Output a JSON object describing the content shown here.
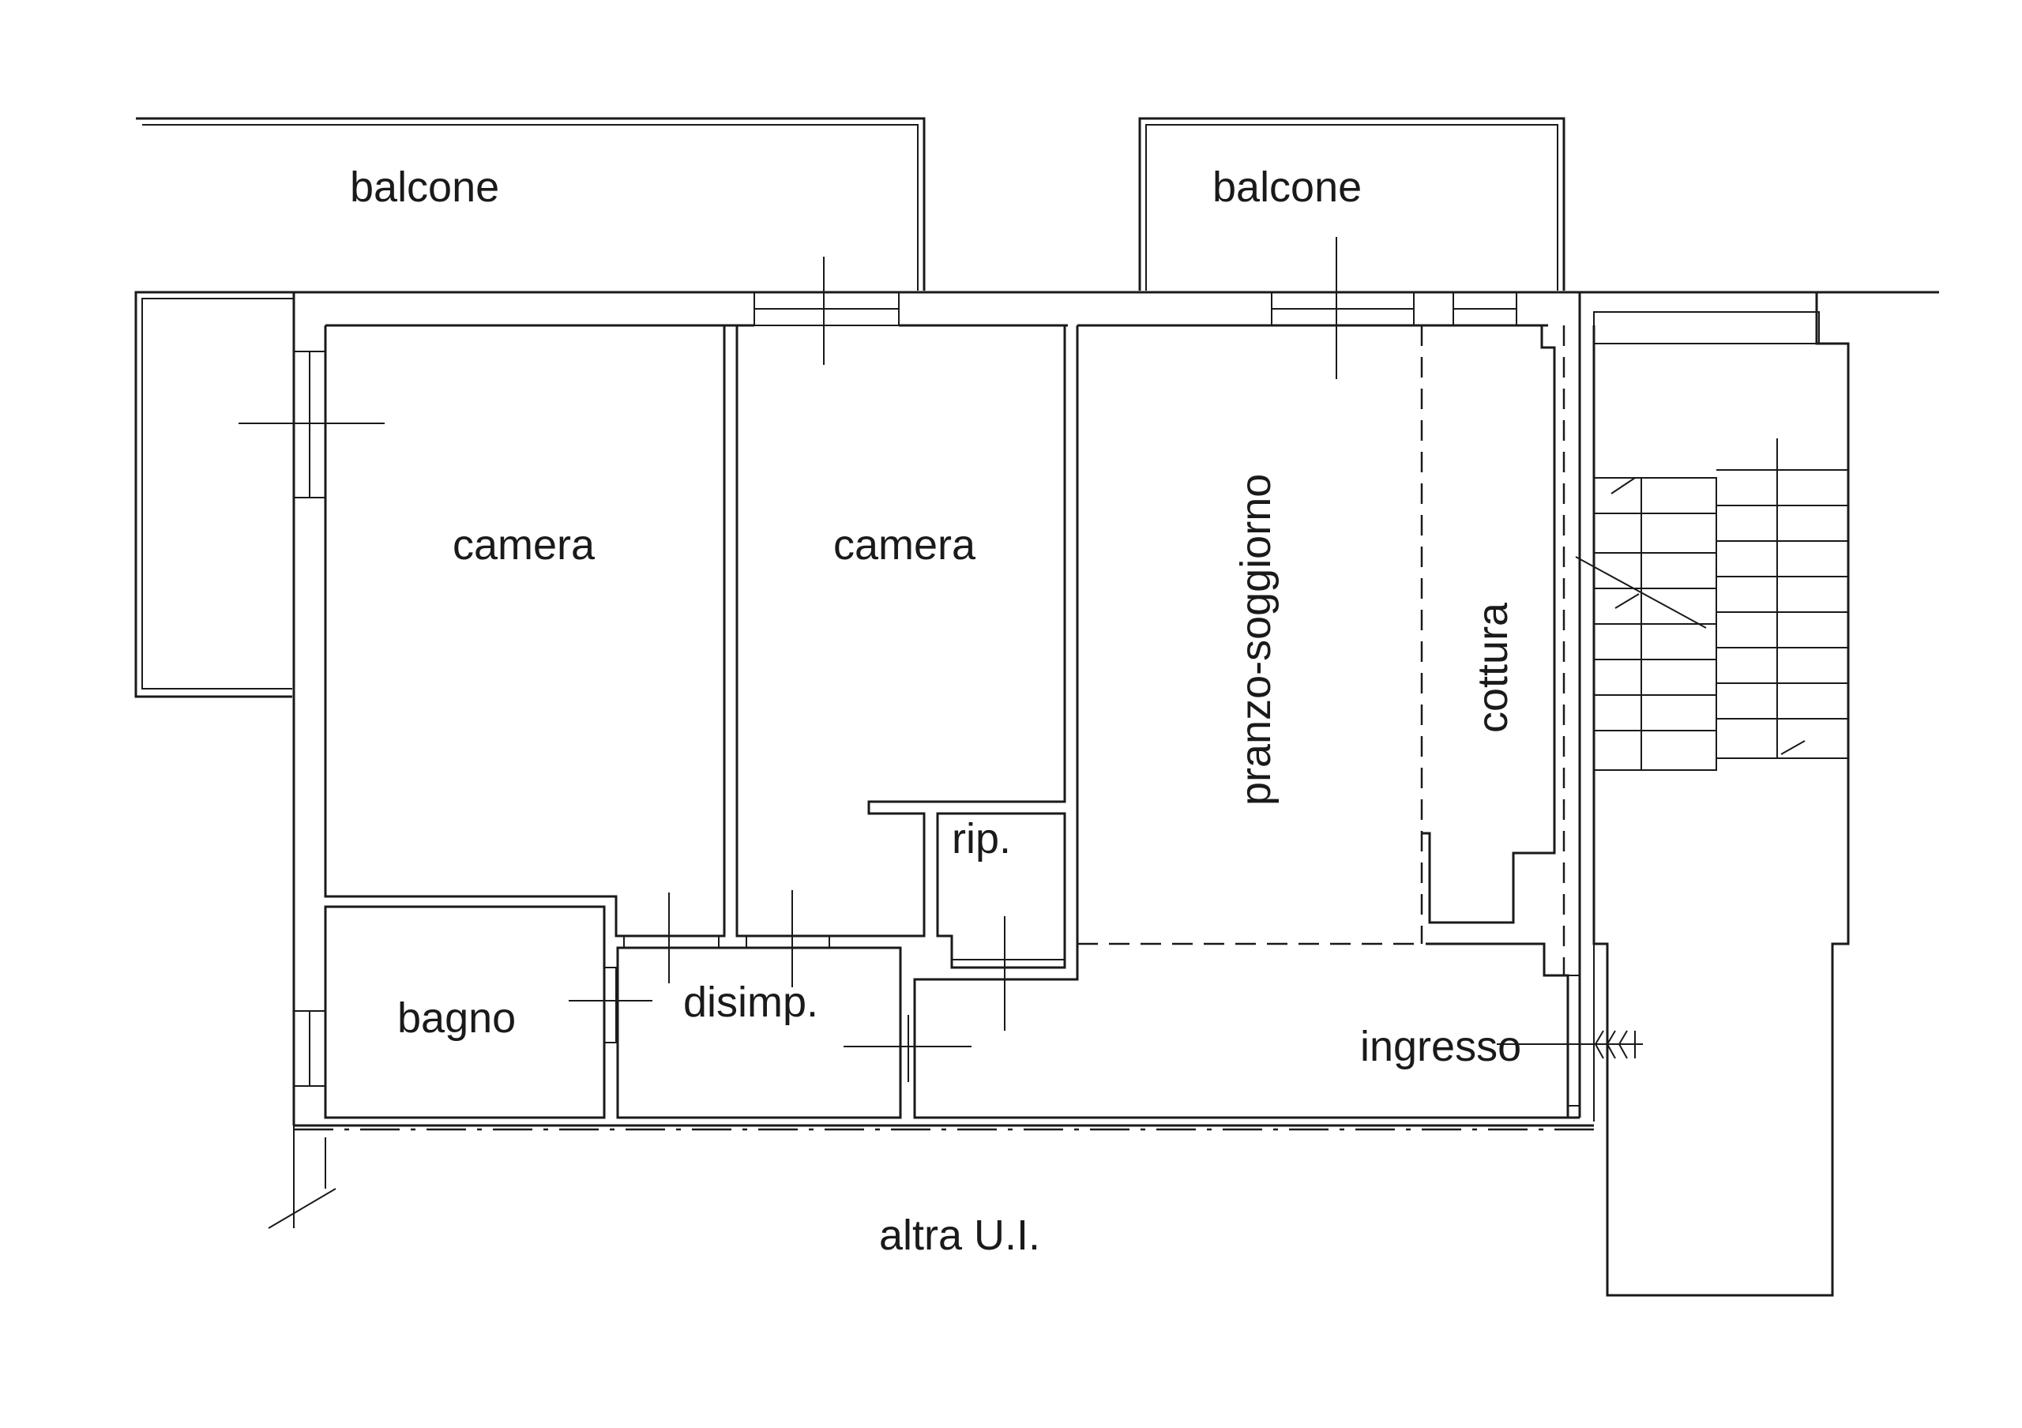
{
  "rooms": {
    "balcone_left": "balcone",
    "balcone_right": "balcone",
    "camera_1": "camera",
    "camera_2": "camera",
    "pranzo_soggiorno": "pranzo-soggiorno",
    "cottura": "cottura",
    "rip": "rip.",
    "bagno": "bagno",
    "disimp": "disimp.",
    "ingresso": "ingresso",
    "altra_ui": "altra U.I."
  }
}
